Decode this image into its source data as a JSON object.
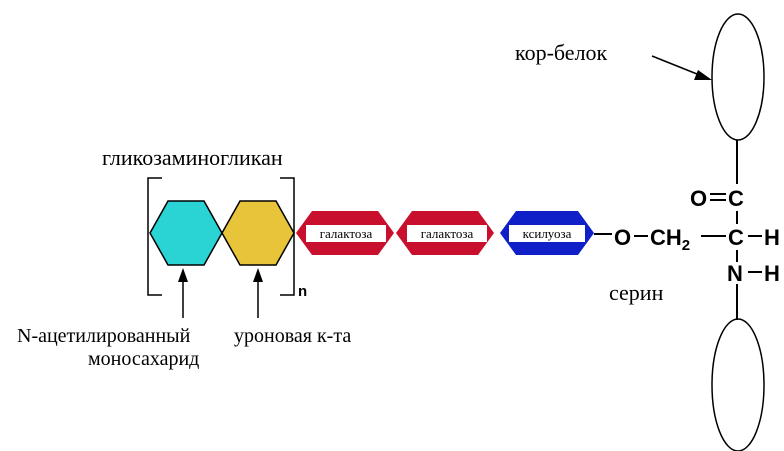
{
  "labels": {
    "gag": "гликозаминогликан",
    "core_protein": "кор-белок",
    "n_acetyl_line1": "N-ацетилированный",
    "n_acetyl_line2": "моносахарид",
    "uronic": "уроновая к-та",
    "serine": "серин",
    "repeat_n": "n"
  },
  "sugars": {
    "galactose_1": "галактоза",
    "galactose_2": "галактоза",
    "xylose": "ксилуоза"
  },
  "chemistry": {
    "o_link": "O",
    "ch2_main": "CH",
    "ch2_sub": "2",
    "carbonyl_o": "O",
    "carbon_top": "C",
    "carbon_mid": "C",
    "hydrogen_right": "H",
    "nitrogen": "N",
    "hydrogen_n": "H"
  },
  "colors": {
    "n_acetyl_hexagon": "#2ad4d4",
    "uronic_hexagon": "#e8c43a",
    "galactose": "#c8102e",
    "xylose": "#1020c8"
  }
}
